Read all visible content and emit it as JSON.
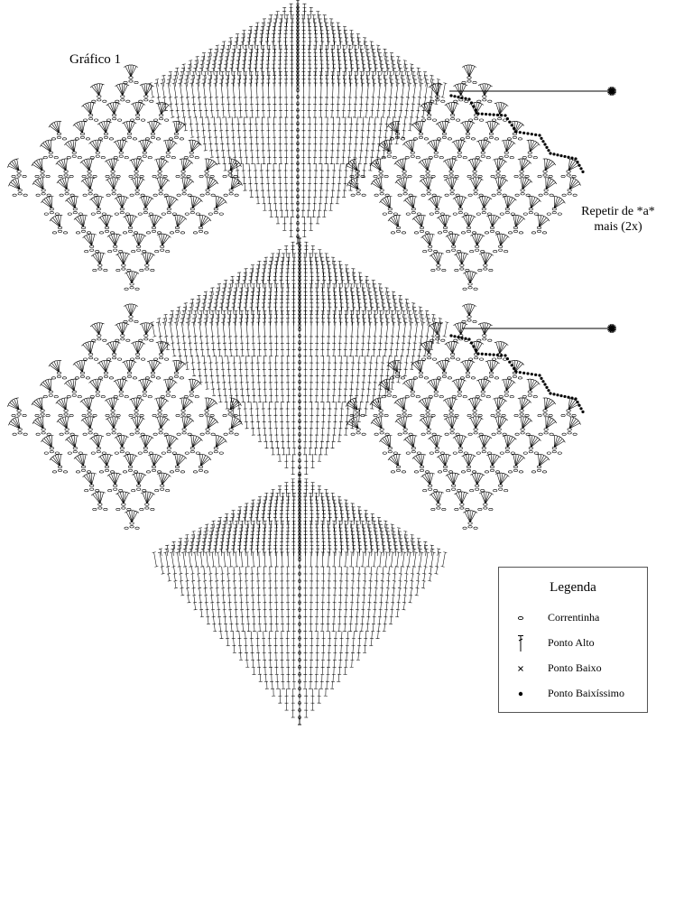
{
  "title": "Gráfico 1",
  "repeat_note": {
    "line1": "Repetir de *a*",
    "line2": "mais (2x)"
  },
  "legend": {
    "title": "Legenda",
    "items": [
      {
        "label": "Correntinha",
        "symbol": "chain"
      },
      {
        "label": "Ponto Alto",
        "symbol": "double-crochet"
      },
      {
        "label": "Ponto Baixo",
        "symbol": "single-crochet"
      },
      {
        "label": "Ponto Baixíssimo",
        "symbol": "slip-stitch"
      }
    ]
  },
  "colors": {
    "ink": "#000000",
    "border": "#555555"
  }
}
